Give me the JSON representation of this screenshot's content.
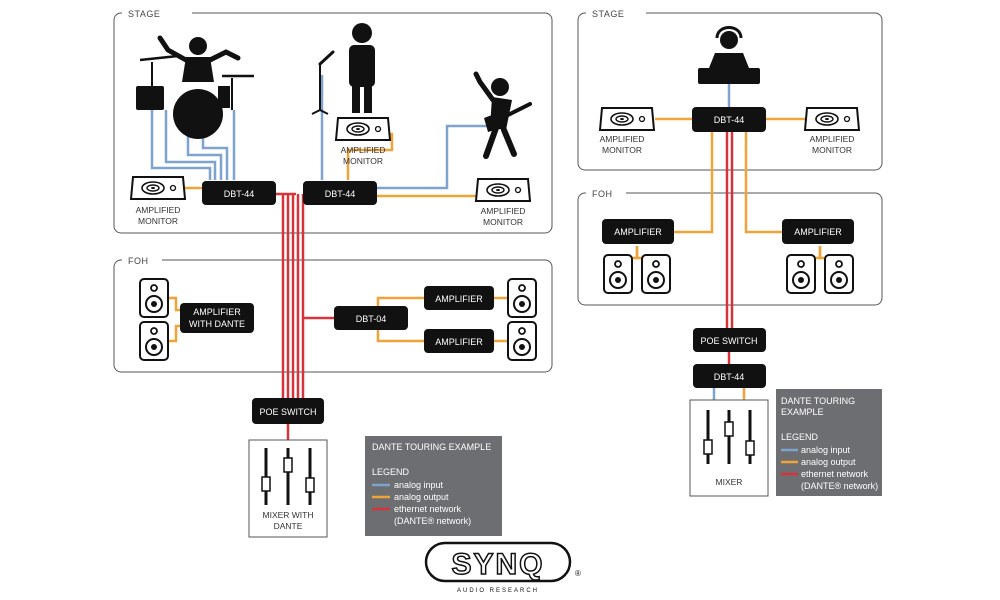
{
  "colors": {
    "analog_input": "#7fa3cf",
    "analog_output": "#f0a438",
    "ethernet": "#d6343a",
    "block": "#111111",
    "legend_bg": "#6d6e71"
  },
  "left": {
    "stage_label": "STAGE",
    "foh_label": "FOH",
    "dbt44_a": "DBT-44",
    "dbt44_b": "DBT-44",
    "dbt04": "DBT-04",
    "amp_dante_l1": "AMPLIFIER",
    "amp_dante_l2": "WITH DANTE",
    "amplifier_1": "AMPLIFIER",
    "amplifier_2": "AMPLIFIER",
    "poe_switch": "POE SWITCH",
    "monitor_caption_1": "AMPLIFIED",
    "monitor_caption_2": "MONITOR",
    "mixer_l1": "MIXER WITH",
    "mixer_l2": "DANTE",
    "legend": {
      "title": "DANTE TOURING EXAMPLE",
      "heading": "LEGEND",
      "analog_input": "analog input",
      "analog_output": "analog output",
      "ethernet_1": "ethernet network",
      "ethernet_2": "(DANTE® network)"
    }
  },
  "right": {
    "stage_label": "STAGE",
    "foh_label": "FOH",
    "dbt44": "DBT-44",
    "dbt44_bottom": "DBT-44",
    "amplifier_1": "AMPLIFIER",
    "amplifier_2": "AMPLIFIER",
    "poe_switch": "POE SWITCH",
    "monitor_caption_1": "AMPLIFIED",
    "monitor_caption_2": "MONITOR",
    "mixer": "MIXER",
    "legend": {
      "title_1": "DANTE TOURING",
      "title_2": "EXAMPLE",
      "heading": "LEGEND",
      "analog_input": "analog input",
      "analog_output": "analog output",
      "ethernet_1": "ethernet network",
      "ethernet_2": "(DANTE® network)"
    }
  },
  "logo": {
    "brand": "SYNQ",
    "tagline": "AUDIO RESEARCH",
    "mark": "®"
  }
}
